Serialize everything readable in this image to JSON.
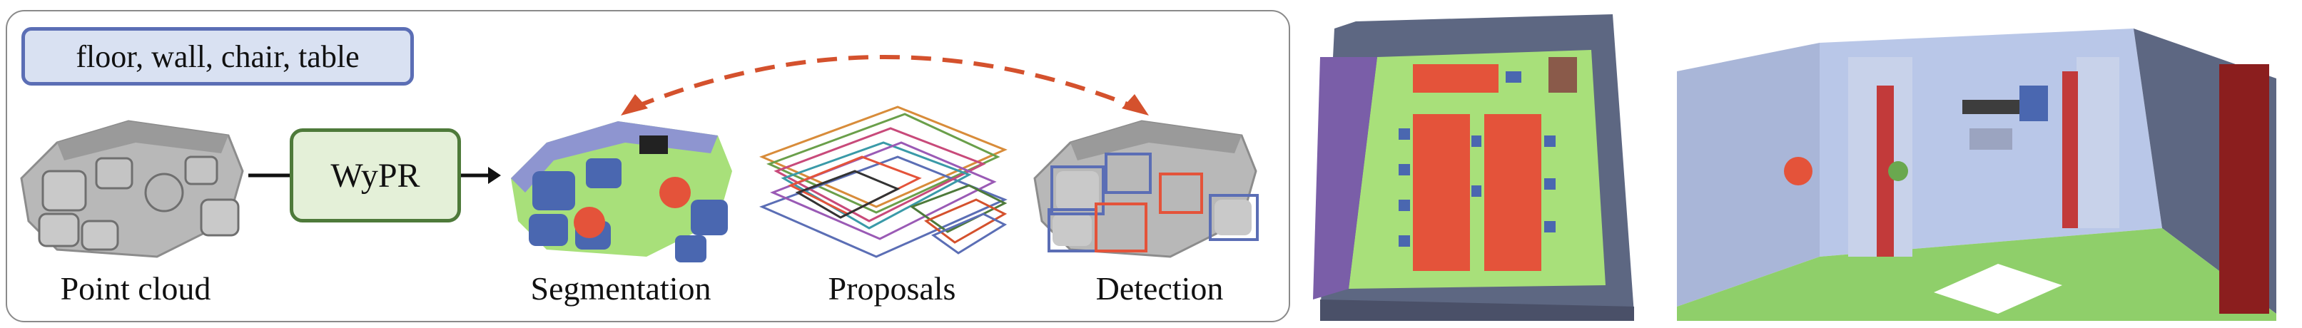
{
  "prompt_text": "floor, wall, chair, table",
  "method_label": "WyPR",
  "captions": {
    "input": "Point cloud",
    "segmentation": "Segmentation",
    "proposals": "Proposals",
    "detection": "Detection"
  },
  "colors": {
    "prompt_fill": "#d9e1f2",
    "prompt_border": "#5b6eb5",
    "method_fill": "#e4f0d8",
    "method_border": "#4e7a3a",
    "feedback_arrow": "#d4512d",
    "floor": "#a8e07a",
    "wall": "#8e95d0",
    "chair": "#4a67b0",
    "table": "#e4533a",
    "point_cloud_gray": "#a5a5a5"
  },
  "icons": [
    "dashed-feedback-arrow",
    "flow-arrow"
  ]
}
